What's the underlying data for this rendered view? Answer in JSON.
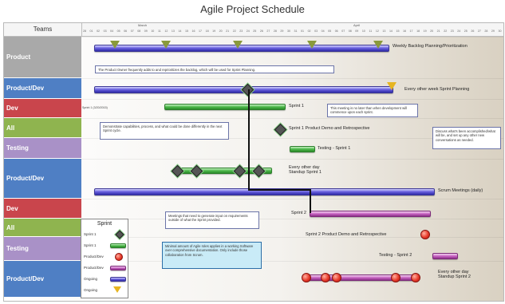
{
  "title": "Agile Project Schedule",
  "header": {
    "teams_label": "Teams",
    "months": [
      "March",
      "April"
    ],
    "days": [
      "28",
      "01",
      "02",
      "03",
      "04",
      "05",
      "06",
      "07",
      "08",
      "09",
      "10",
      "11",
      "12",
      "13",
      "14",
      "15",
      "16",
      "17",
      "18",
      "19",
      "20",
      "21",
      "22",
      "23",
      "24",
      "25",
      "26",
      "27",
      "28",
      "29",
      "30",
      "31",
      "01",
      "02",
      "03",
      "04",
      "05",
      "06",
      "07",
      "08",
      "09",
      "10",
      "11",
      "12",
      "13",
      "14",
      "15",
      "16",
      "17",
      "18",
      "19",
      "20",
      "21",
      "22",
      "23",
      "24",
      "25",
      "26",
      "27",
      "28",
      "29",
      "30"
    ]
  },
  "lanes": [
    {
      "label": "Product",
      "color": "#a9a9a9"
    },
    {
      "label": "Product/Dev",
      "color": "#4f7fc4"
    },
    {
      "label": "Dev",
      "color": "#c9454c"
    },
    {
      "label": "All",
      "color": "#8fb44f"
    },
    {
      "label": "Testing",
      "color": "#a991c7"
    },
    {
      "label": "Product/Dev",
      "color": "#4f7fc4"
    },
    {
      "label": "Dev",
      "color": "#c9454c"
    },
    {
      "label": "All",
      "color": "#8fb44f"
    },
    {
      "label": "Testing",
      "color": "#a991c7"
    },
    {
      "label": "Product/Dev",
      "color": "#4f7fc4"
    }
  ],
  "labels": {
    "backlog": "Weekly Backlog Planning/Prioritization",
    "sprint_planning": "Every other week Sprint Planning",
    "sprint1": "Sprint 1",
    "sprint1_date": "Sprint 1 (3/20/2015)",
    "sprint1_demo": "Sprint 1 Product Demo and Retrospective",
    "testing_s1": "Testing - Sprint 1",
    "standup_s1": "Every other day Standup Sprint 1",
    "scrum": "Scrum Meetings (daily)",
    "sprint2": "Sprint 2",
    "sprint2_demo": "Sprint 2 Product Demo and Retrospective",
    "testing_s2": "Testing - Sprint 2",
    "standup_s2": "Every other day Standup Sprint 2"
  },
  "notes": {
    "note1": "The Product Owner frequently adds to and reprioritizes the backlog, which will be used for Sprint Planning.",
    "note2": "This meeting is no later than when development will commence upon each sprint.",
    "note3": "Demonstrate capabilities, process, and what could be done differently in the next Sprint cycle.",
    "note4": "Discuss what's been accomplished/what will be, and set up any other new conversations as needed.",
    "note5": "Meetings that need to generate input on requirements outside of what the Sprint provided.",
    "note6": "Minimal amount of Agile roles applies in a working Software over comprehensive documentation. Only include those collaboration from Scrum."
  },
  "legend": {
    "title": "Sprint",
    "items": [
      "Sprint 1",
      "Sprint 1",
      "Product/Dev",
      "Product/Dev",
      "Ongoing",
      "Ongoing"
    ]
  },
  "colors": {
    "blue_bar": "#5a52d8",
    "green_bar": "#4cb84a",
    "purple_bar": "#c764c2",
    "milestone_red": "#e83a2a",
    "milestone_yellow": "#e6b521"
  }
}
